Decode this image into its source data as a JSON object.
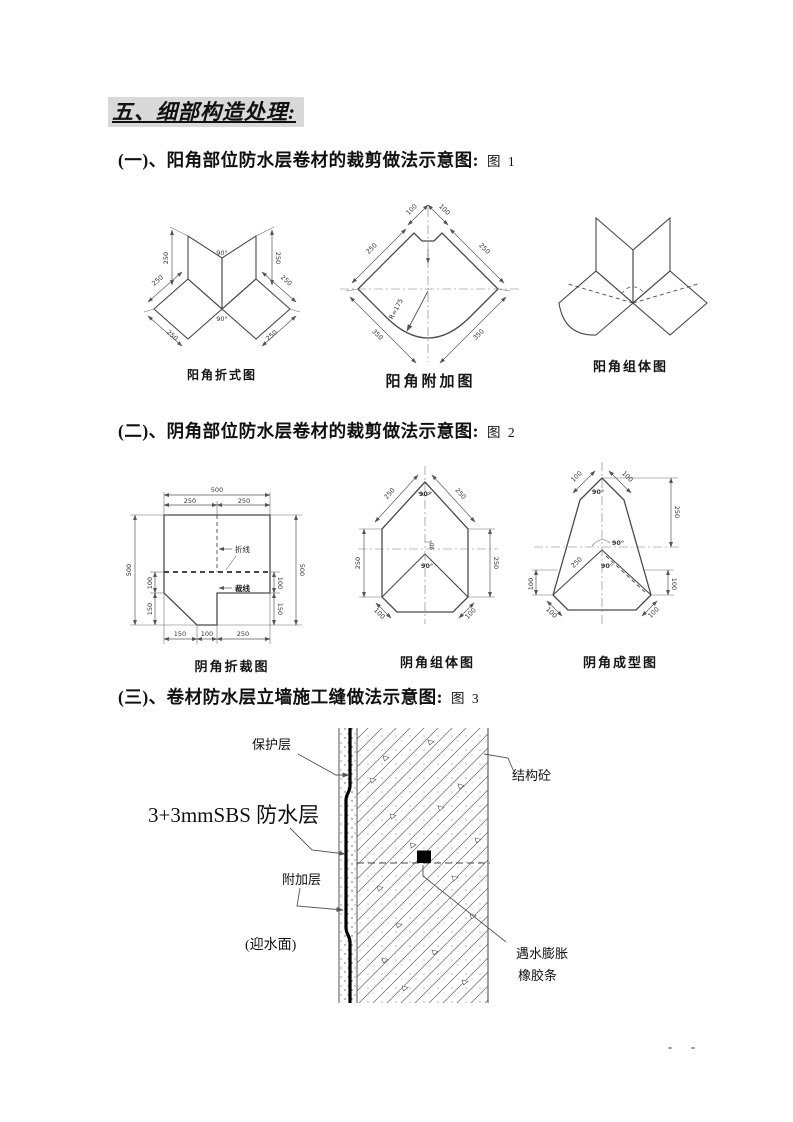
{
  "title": "五、细部构造处理:",
  "sections": [
    {
      "label": "(一)、阳角部位防水层卷材的裁剪做法示意图:",
      "fig": "图 1"
    },
    {
      "label": "(二)、阴角部位防水层卷材的裁剪做法示意图:",
      "fig": "图 2"
    },
    {
      "label": "(三)、卷材防水层立墙施工缝做法示意图:",
      "fig": "图 3"
    }
  ],
  "fig1": {
    "d1": {
      "caption": "阳角折式图",
      "d250": "250",
      "a90": "90°"
    },
    "d2": {
      "caption": "阳角附加图",
      "d100": "100",
      "d250": "250",
      "d350": "350",
      "radius": "R=175"
    },
    "d3": {
      "caption": "阳角组体图"
    }
  },
  "fig2": {
    "d1": {
      "caption": "阴角折裁图",
      "d500": "500",
      "d250": "250",
      "d150": "150",
      "d100": "100",
      "fold": "折线",
      "cut": "裁线"
    },
    "d2": {
      "caption": "阴角组体图",
      "d250": "250",
      "d100": "100",
      "a90": "90°"
    },
    "d3": {
      "caption": "阴角成型图",
      "d250": "250",
      "d100": "100",
      "a90": "90°"
    }
  },
  "fig3": {
    "protective_layer": "保护层",
    "structural_concrete": "结构砼",
    "sbs_layer": "3+3mmSBS 防水层",
    "additional_layer": "附加层",
    "water_facing": "(迎水面)",
    "rubber_strip_1": "遇水膨胀",
    "rubber_strip_2": "橡胶条"
  },
  "footer": "- -",
  "colors": {
    "highlight": "#d9d9d9",
    "ink": "#1a1a1a",
    "line": "#555555"
  }
}
